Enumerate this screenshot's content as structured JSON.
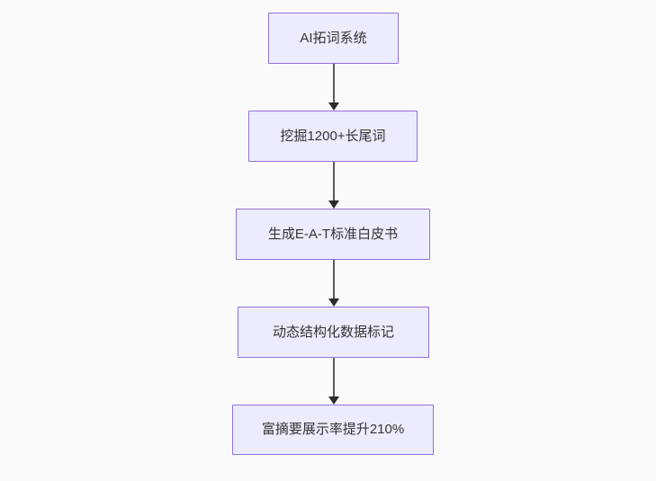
{
  "flowchart": {
    "type": "vertical-flowchart",
    "nodes": [
      {
        "label": "AI拓词系统"
      },
      {
        "label": "挖掘1200+长尾词"
      },
      {
        "label": "生成E-A-T标准白皮书"
      },
      {
        "label": "动态结构化数据标记"
      },
      {
        "label": "富摘要展示率提升210%"
      }
    ],
    "edges": [
      {
        "from": 0,
        "to": 1,
        "style": "arrow-down"
      },
      {
        "from": 1,
        "to": 2,
        "style": "arrow-down"
      },
      {
        "from": 2,
        "to": 3,
        "style": "arrow-down"
      },
      {
        "from": 3,
        "to": 4,
        "style": "arrow-down"
      }
    ],
    "colors": {
      "node_fill": "#ECECFF",
      "node_border": "#9370DB",
      "node_text": "#333333",
      "edge_line": "#5c5c5c",
      "edge_arrowhead": "#2b2b2b",
      "background": "#fafafa"
    }
  }
}
